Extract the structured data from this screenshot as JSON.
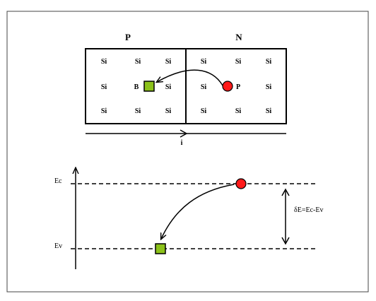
{
  "lattice": {
    "p_label": "P",
    "n_label": "N",
    "si_label": "Si",
    "boron_label": "B",
    "phosphorus_label": "P",
    "current_label": "i"
  },
  "bands": {
    "conduction_label": "Ec",
    "valence_label": "Ev",
    "gap_label": "δE=Ec-Ev"
  },
  "colors": {
    "donor_red": "#ff1a1a",
    "acceptor_green": "#8cc21a",
    "line": "#000000"
  }
}
